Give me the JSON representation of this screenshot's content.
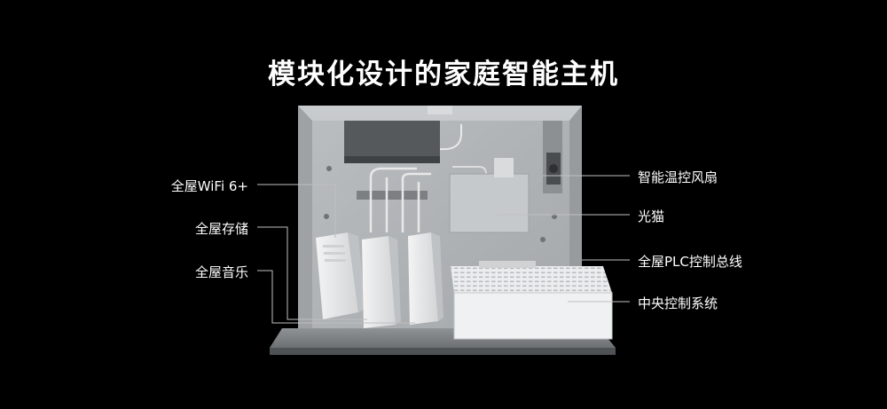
{
  "title": "模块化设计的家庭智能主机",
  "left_labels": {
    "wifi": "全屋WiFi 6+",
    "storage": "全屋存储",
    "music": "全屋音乐"
  },
  "right_labels": {
    "fan": "智能温控风扇",
    "modem": "光猫",
    "plc": "全屋PLC控制总线",
    "central": "中央控制系统"
  },
  "colors": {
    "background": "#000000",
    "text": "#ffffff",
    "line": "#bfbfbf"
  }
}
